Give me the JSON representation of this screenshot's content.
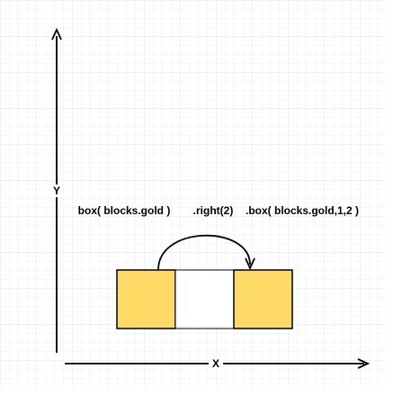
{
  "labels": {
    "y_axis": "Y",
    "x_axis": "X",
    "box_left": "box( blocks.gold )",
    "right_call": ".right(2)",
    "box_right": ".box( blocks.gold,1,2 )"
  },
  "colors": {
    "gold": "#FFD966",
    "grid": "#E8E8F4",
    "stroke": "#000000"
  },
  "blocks": [
    {
      "name": "gold-block-left",
      "column": 0,
      "filled": true
    },
    {
      "name": "empty-gap",
      "column": 1,
      "filled": false
    },
    {
      "name": "gold-block-right",
      "column": 2,
      "filled": true
    }
  ],
  "move": {
    "steps": 2,
    "from_column": 0,
    "to_column": 2
  }
}
